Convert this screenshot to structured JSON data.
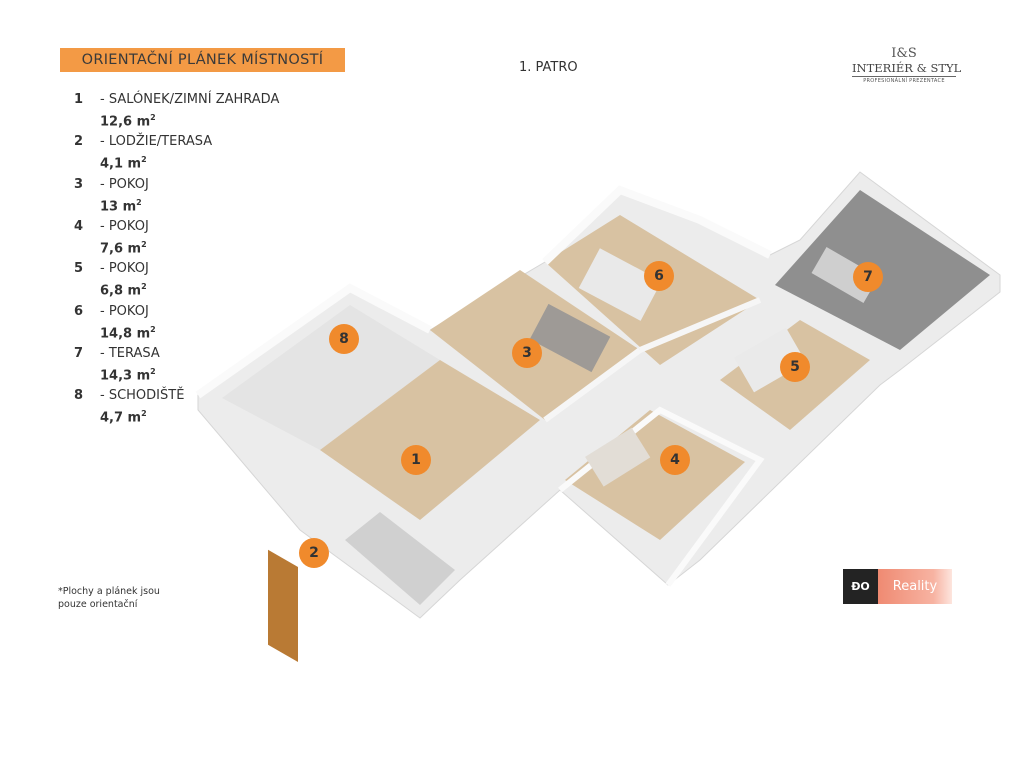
{
  "header": {
    "title": "ORIENTAČNÍ PLÁNEK MÍSTNOSTÍ",
    "floor": "1. PATRO"
  },
  "legend": [
    {
      "num": "1",
      "name": "- SALÓNEK/ZIMNÍ ZAHRADA",
      "area": "12,6 m",
      "unit_sup": "2"
    },
    {
      "num": "2",
      "name": "- LODŽIE/TERASA",
      "area": "4,1 m",
      "unit_sup": "2"
    },
    {
      "num": "3",
      "name": "- POKOJ",
      "area": "13 m",
      "unit_sup": "2"
    },
    {
      "num": "4",
      "name": "- POKOJ",
      "area": "7,6 m",
      "unit_sup": "2"
    },
    {
      "num": "5",
      "name": "- POKOJ",
      "area": "6,8 m",
      "unit_sup": "2"
    },
    {
      "num": "6",
      "name": "- POKOJ",
      "area": "14,8 m",
      "unit_sup": "2"
    },
    {
      "num": "7",
      "name": "- TERASA",
      "area": "14,3 m",
      "unit_sup": "2"
    },
    {
      "num": "8",
      "name": "- SCHODIŠTĚ",
      "area": "4,7 m",
      "unit_sup": "2"
    }
  ],
  "markers": [
    "1",
    "2",
    "3",
    "4",
    "5",
    "6",
    "7",
    "8"
  ],
  "note": {
    "line1": "*Plochy  a plánek jsou",
    "line2": "pouze orientační"
  },
  "logo": {
    "monogram": "I&S",
    "name": "INTERIÉR & STYL",
    "tagline": "PROFESIONÁLNÍ PREZENTACE"
  },
  "reality_logo": {
    "mark": "ĐO",
    "text": "Reality"
  },
  "colors": {
    "accent": "#f39a45",
    "marker": "#f08a2c",
    "floor_wood": "#d8c2a2",
    "terrace": "#8f8f8f"
  }
}
